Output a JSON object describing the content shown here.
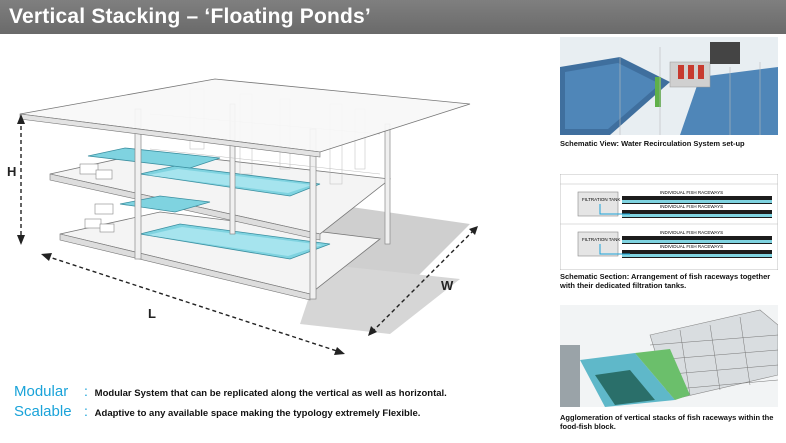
{
  "header": {
    "title": "Vertical Stacking – ‘Floating Ponds’"
  },
  "dimensions": {
    "h": "H",
    "l": "L",
    "w": "W"
  },
  "features": [
    {
      "term": "Modular",
      "description": "Modular System that can be replicated along the vertical as well as horizontal."
    },
    {
      "term": "Scalable",
      "description": "Adaptive to any available space making the typology extremely Flexible."
    }
  ],
  "section_labels": {
    "filtration_tank": "FILTRATION TANK",
    "individual_raceways": "INDIVIDUAL FISH RACEWAYS"
  },
  "captions": [
    "Schematic View: Water Recirculation System set-up",
    "Schematic Section: Arrangement of fish raceways together with their dedicated filtration tanks.",
    "Agglomeration of vertical stacks of fish raceways within the food-fish block."
  ],
  "colors": {
    "title_bar": "#737373",
    "accent": "#1aa3d9",
    "water": "#7fd3e0"
  }
}
